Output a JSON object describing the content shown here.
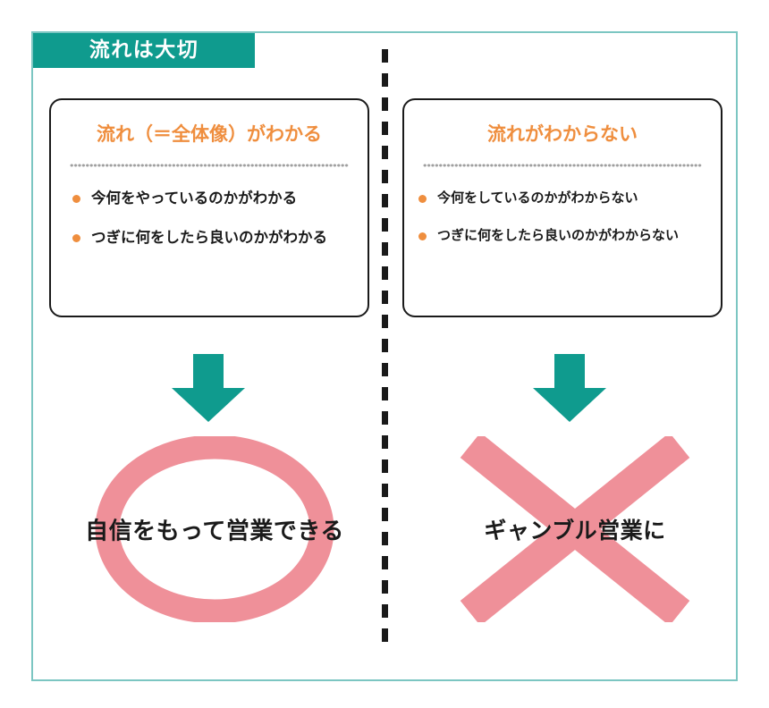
{
  "header": {
    "ribbon_label": "流れは大切",
    "ribbon_color": "#0f9b8e",
    "ribbon_text_color": "#ffffff"
  },
  "frame": {
    "border_color": "#7cc6c2"
  },
  "divider": {
    "style": "dashed-vertical",
    "color": "#1a1a1a"
  },
  "colors": {
    "accent_teal": "#0f9b8e",
    "accent_orange": "#ef8e3e",
    "accent_pink": "#ef9099",
    "text_dark": "#1a1a1a",
    "card_border": "#1a1a1a",
    "dotted_rule": "#9a9a9a"
  },
  "columns": [
    {
      "side": "left",
      "card": {
        "title": "流れ（＝全体像）がわかる",
        "bullets": [
          "今何をやっているのかがわかる",
          "つぎに何をしたら良いのかがわかる"
        ]
      },
      "arrow": {
        "icon": "down-arrow-icon",
        "color": "#0f9b8e"
      },
      "result": {
        "shape": "circle-icon",
        "shape_color": "#ef9099",
        "label": "自信をもって営業できる"
      }
    },
    {
      "side": "right",
      "card": {
        "title": "流れがわからない",
        "bullets": [
          "今何をしているのかがわからない",
          "つぎに何をしたら良いのかがわからない"
        ]
      },
      "arrow": {
        "icon": "down-arrow-icon",
        "color": "#0f9b8e"
      },
      "result": {
        "shape": "cross-icon",
        "shape_color": "#ef9099",
        "label": "ギャンブル営業に"
      }
    }
  ]
}
